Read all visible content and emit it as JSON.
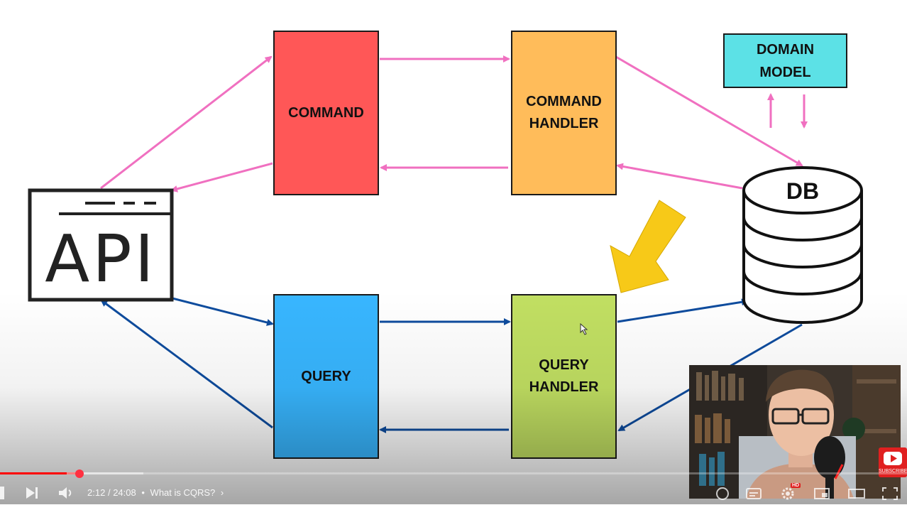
{
  "diagram": {
    "nodes": {
      "command": "COMMAND",
      "command_handler": [
        "COMMAND",
        "HANDLER"
      ],
      "domain_model": [
        "DOMAIN",
        "MODEL"
      ],
      "db": "DB",
      "api": "API",
      "query": "QUERY",
      "query_handler": [
        "QUERY",
        "HANDLER"
      ]
    },
    "colors": {
      "command": "#ff5757",
      "command_handler": "#ffbc5a",
      "domain_model": "#5ce1e6",
      "query": "#38b6ff",
      "query_handler": "#c1df62",
      "command_flow": "#f070c0",
      "query_flow": "#0e4c9e",
      "highlight_arrow": "#f7c918"
    }
  },
  "player": {
    "progress_fraction": 0.0879,
    "time_current": "2:12",
    "time_separator": "/",
    "time_total": "24:08",
    "chapter_separator": "•",
    "chapter_title": "What is CQRS?",
    "hd_badge": "HD",
    "subscribe_label": "SUBSCRIBE",
    "accent": "#ff0000"
  }
}
